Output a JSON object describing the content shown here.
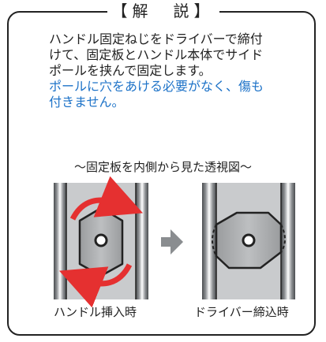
{
  "title": "【解　説】",
  "description": {
    "lines": [
      "ハンドル固定ねじをドライバーで締付",
      "けて、固定板とハンドル本体でサイド",
      "ポールを挟んで固定します。"
    ],
    "note_lines": [
      "ポールに穴をあける必要がなく、傷も",
      "付きません。"
    ]
  },
  "figure_title": "〜固定板を内側から見た透視図〜",
  "captions": {
    "left": "ハンドル挿入時",
    "right": "ドライバー締込時"
  },
  "colors": {
    "accent_text": "#1e73c8",
    "arrow": "#e53030",
    "direction_arrow": "#8a8d90"
  }
}
